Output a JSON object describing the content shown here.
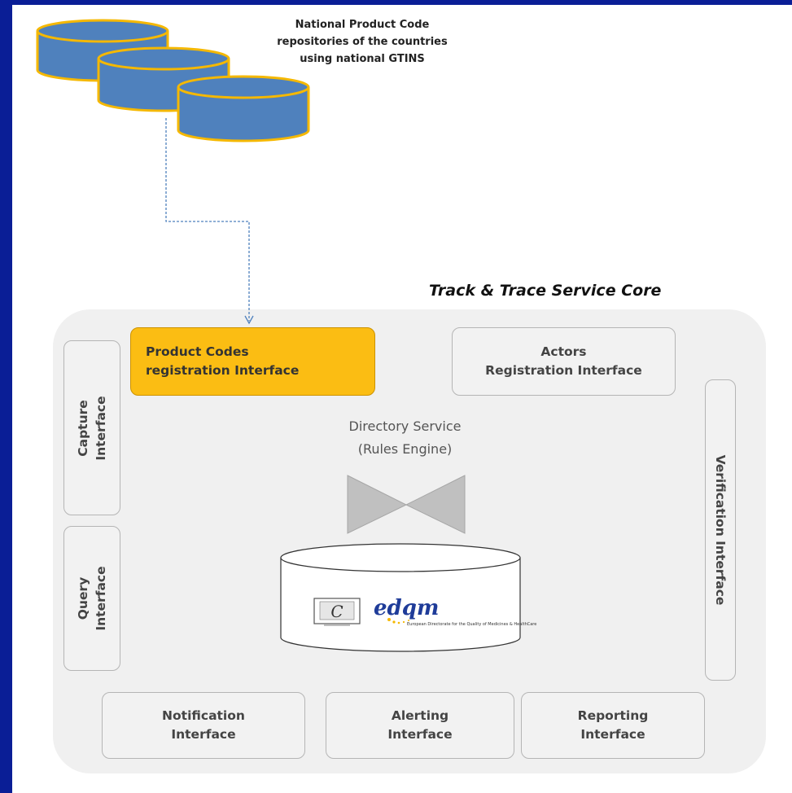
{
  "caption": "National Product Code\nrepositories of the countries\nusing national GTINS",
  "core_title": "Track & Trace Service Core",
  "interfaces": {
    "product_codes": "Product Codes\nregistration Interface",
    "actors": "Actors\nRegistration Interface",
    "capture": "Capture\nInterface",
    "query": "Query\nInterface",
    "verification": "Verification  Interface",
    "notification": "Notification\nInterface",
    "alerting": "Alerting\nInterface",
    "reporting": "Reporting\nInterface"
  },
  "directory": "Directory Service\n(Rules Engine)",
  "logo": {
    "edqm": "edqm",
    "edqm_sub": "European Directorate for the Quality of Medicines & HealthCare"
  },
  "colors": {
    "background_frame": "#0a1e96",
    "repository_fill": "#4f81bd",
    "repository_border": "#f5b800",
    "highlight": "#fbbd13",
    "connector": "#4f81bd"
  }
}
